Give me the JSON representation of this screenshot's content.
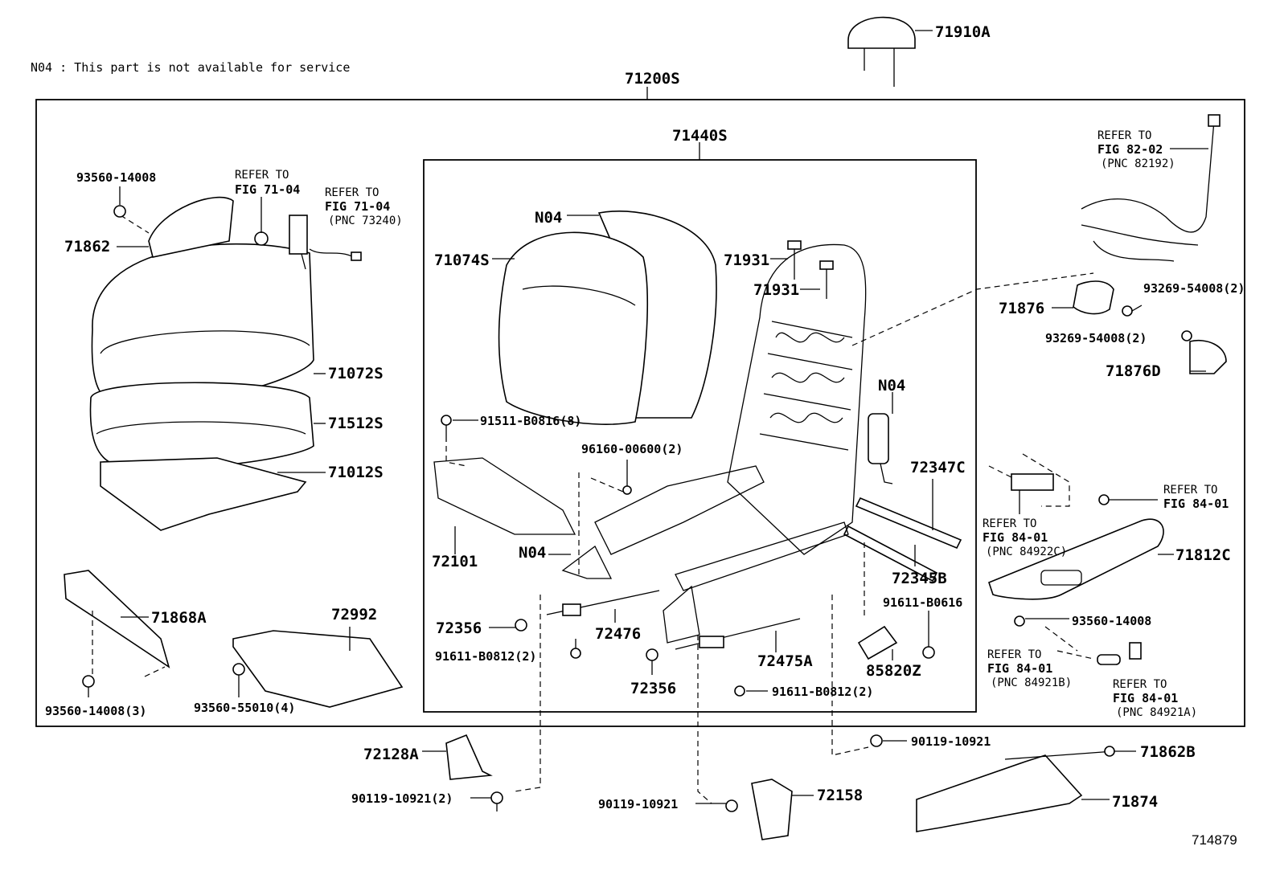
{
  "note": "N04 : This part is not available for service",
  "figure_number": "714879",
  "labels": {
    "p71910A": "71910A",
    "p71200S": "71200S",
    "p71440S": "71440S",
    "p93560_14008_top": "93560-14008",
    "p71862": "71862",
    "refer_7104_a_1": "REFER TO",
    "refer_7104_a_2": "FIG 71-04",
    "refer_7104_b_1": "REFER TO",
    "refer_7104_b_2": "FIG 71-04",
    "refer_7104_b_3": "(PNC 73240)",
    "n04_top": "N04",
    "p71074S": "71074S",
    "p71931_a": "71931",
    "p71931_b": "71931",
    "refer_8202_1": "REFER TO",
    "refer_8202_2": "FIG 82-02",
    "refer_8202_3": "(PNC 82192)",
    "p93269_a": "93269-54008(2)",
    "p71876": "71876",
    "p93269_b": "93269-54008(2)",
    "p71876D": "71876D",
    "p71072S": "71072S",
    "p71512S": "71512S",
    "p71012S": "71012S",
    "p91511": "91511-B0816(8)",
    "p96160": "96160-00600(2)",
    "n04_mid": "N04",
    "p72347C": "72347C",
    "p72101": "72101",
    "n04_low": "N04",
    "refer_8401_a_1": "REFER TO",
    "refer_8401_a_2": "FIG 84-01",
    "refer_8401_b_1": "REFER TO",
    "refer_8401_b_2": "FIG 84-01",
    "refer_8401_b_3": "(PNC 84922C)",
    "p71812C": "71812C",
    "p72345B": "72345B",
    "p91611_B0616": "91611-B0616",
    "p71868A": "71868A",
    "p72992": "72992",
    "p72356_a": "72356",
    "p72476": "72476",
    "p93560_14008_right": "93560-14008",
    "p91611_B0812_a": "91611-B0812(2)",
    "p72475A": "72475A",
    "p85820Z": "85820Z",
    "refer_8401_c_1": "REFER TO",
    "refer_8401_c_2": "FIG 84-01",
    "refer_8401_c_3": "(PNC 84921B)",
    "refer_8401_d_1": "REFER TO",
    "refer_8401_d_2": "FIG 84-01",
    "refer_8401_d_3": "(PNC 84921A)",
    "p72356_b": "72356",
    "p91611_B0812_b": "91611-B0812(2)",
    "p93560_14008_3": "93560-14008(3)",
    "p93560_55010": "93560-55010(4)",
    "p90119_a": "90119-10921",
    "p72128A": "72128A",
    "p71862B": "71862B",
    "p90119_b": "90119-10921(2)",
    "p72158": "72158",
    "p71874": "71874",
    "p90119_c": "90119-10921"
  }
}
